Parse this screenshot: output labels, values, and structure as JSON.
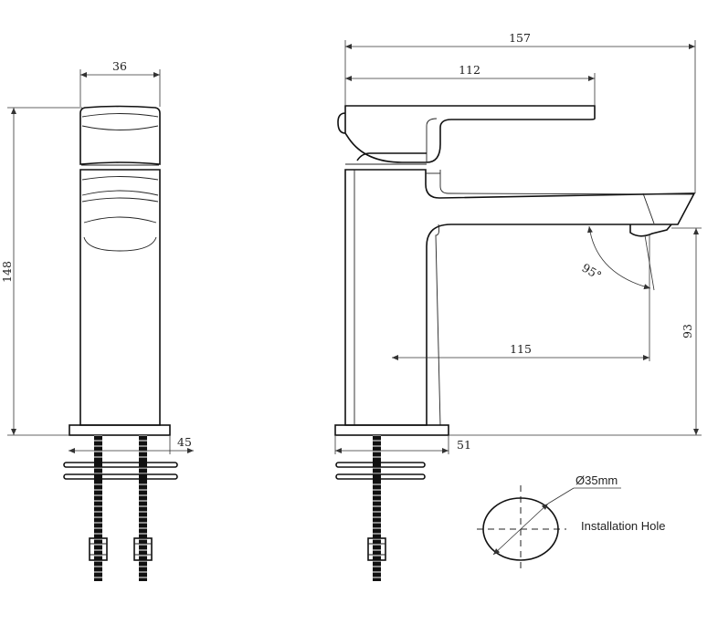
{
  "dimensions": {
    "front_width": "36",
    "front_height": "148",
    "front_base": "45",
    "side_overall_length": "157",
    "side_lever_length": "112",
    "side_spout_reach": "115",
    "side_spout_height": "93",
    "side_base": "51",
    "spout_angle": "95°"
  },
  "installation": {
    "diameter": "Ø35mm",
    "label": "Installation Hole"
  },
  "colors": {
    "line": "#111111",
    "background": "#ffffff"
  }
}
